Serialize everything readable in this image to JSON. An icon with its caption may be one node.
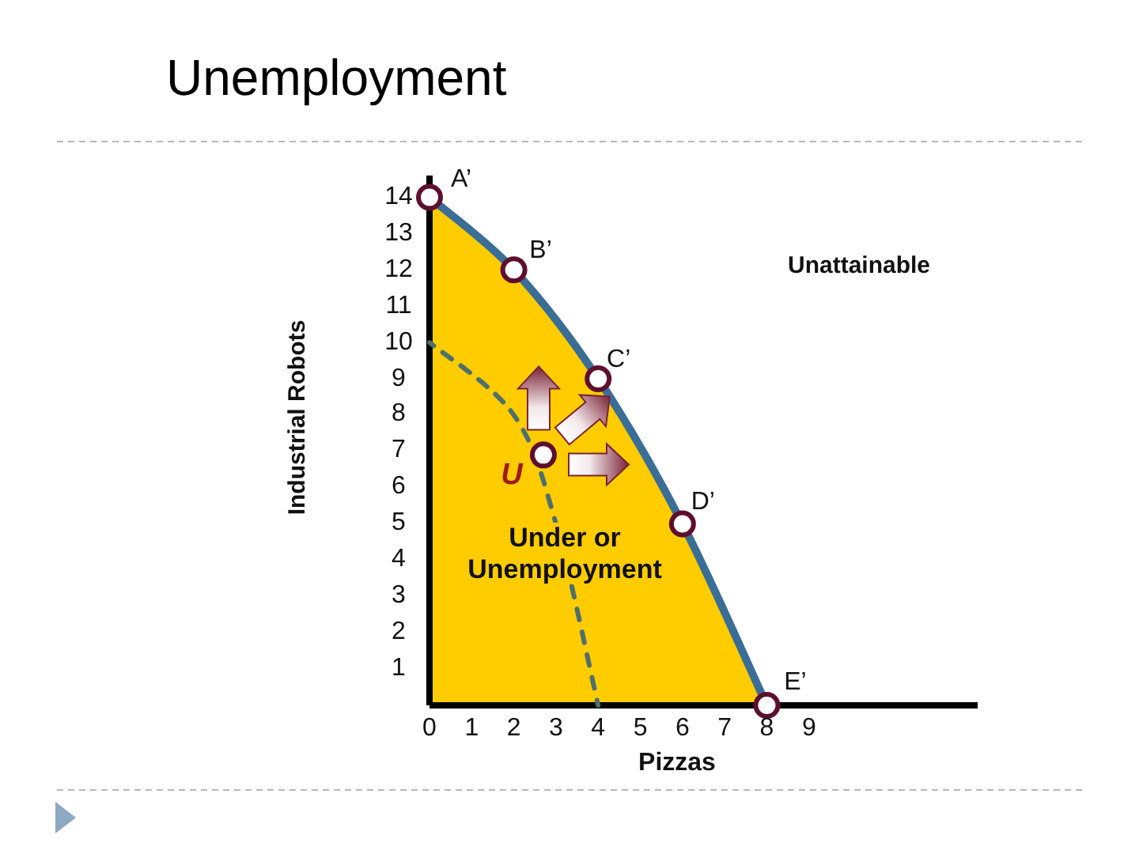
{
  "diagram": {
    "title": "Unemployment",
    "chart_data": {
      "type": "line",
      "xlabel": "Pizzas",
      "ylabel": "Industrial Robots",
      "x": [
        0,
        2,
        2.7,
        3,
        4,
        6,
        8
      ],
      "series": [
        {
          "color": "#3b6e96",
          "values": [
            14,
            12,
            null,
            null,
            9,
            5,
            0
          ],
          "marker": "circle"
        },
        {
          "color": "#4f706a",
          "values": [
            10,
            8,
            null,
            5,
            0,
            null,
            null
          ],
          "line_style": "dashed"
        },
        {
          "color": "#5e0f2e",
          "values": [
            null,
            null,
            6.9,
            null,
            null,
            null,
            null
          ],
          "marker": "circle"
        }
      ],
      "xlim": [
        0,
        13
      ],
      "ylim": [
        0,
        14.6
      ],
      "xticks": [
        0,
        1,
        2,
        3,
        4,
        5,
        6,
        7,
        8,
        9
      ],
      "yticks": [
        1,
        2,
        3,
        4,
        5,
        6,
        7,
        8,
        9,
        10,
        11,
        12,
        13,
        14
      ],
      "annotations": [
        {
          "x": 0,
          "y": 14,
          "text": "A’"
        },
        {
          "x": 2,
          "y": 12,
          "text": "B’"
        },
        {
          "x": 4,
          "y": 9,
          "text": "C’"
        },
        {
          "x": 6,
          "y": 5,
          "text": "D’"
        },
        {
          "x": 8,
          "y": 0,
          "text": "E’"
        },
        {
          "x": 2.7,
          "y": 6.9,
          "text": "U"
        },
        "Unattainable",
        "Under or Unemployment"
      ]
    }
  }
}
